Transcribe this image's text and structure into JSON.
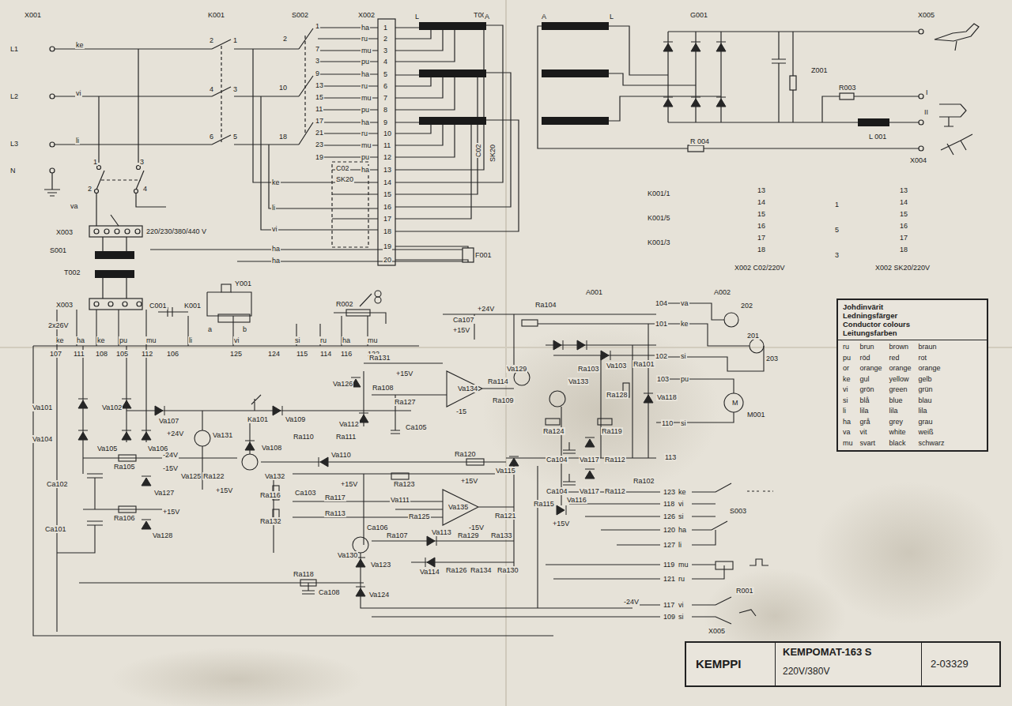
{
  "diagram": {
    "nodes": [
      {
        "text": [
          "Johdinvärit",
          "Ledningsfärger",
          "Conductor colours",
          "Leitungsfarben",
          "ru",
          "brun",
          "brown",
          "braun",
          "pu",
          "röd",
          "red",
          "rot",
          "or",
          "orange",
          "orange",
          "orange",
          "ke",
          "gul",
          "yellow",
          "gelb",
          "vi",
          "grön",
          "green",
          "grün",
          "si",
          "blå",
          "blue",
          "blau",
          "li",
          "lila",
          "lila",
          "lila",
          "ha",
          "grå",
          "grey",
          "grau",
          "va",
          "vit",
          "white",
          "weiß",
          "mu",
          "svart",
          "black",
          "schwarz"
        ]
      },
      {
        "text": [
          "KEMPPI",
          "KEMPOMAT-163 S",
          "220V/380V",
          "2-03329"
        ]
      }
    ],
    "labels": [
      "X001",
      "L1",
      "L2",
      "L3",
      "N",
      "ke",
      "vi",
      "li",
      "K001",
      "2",
      "1",
      "4",
      "3",
      "6",
      "5",
      "S002",
      "X002",
      "T001",
      "L",
      "A",
      "A",
      "L",
      "G001",
      "X005",
      "Z001",
      "R003",
      "I",
      "II",
      "L 001",
      "R 004",
      "X004",
      "2",
      "1",
      "7",
      "3",
      "10",
      "9",
      "13",
      "15",
      "11",
      "18",
      "17",
      "21",
      "23",
      "19",
      "ha",
      "1",
      "ru",
      "2",
      "mu",
      "3",
      "pu",
      "4",
      "ha",
      "5",
      "ru",
      "6",
      "mu",
      "7",
      "pu",
      "8",
      "ha",
      "9",
      "ru",
      "10",
      "mu",
      "11",
      "pu",
      "12",
      "ha",
      "13",
      "14",
      "15",
      "16",
      "17",
      "18",
      "19",
      "20",
      "S001",
      "1",
      "3",
      "2",
      "4",
      "va",
      "X003",
      "220/230/380/440 V",
      "T002",
      "X003",
      "2x26V",
      "C02",
      "SK20",
      "C02",
      "SK20",
      "ke",
      "li",
      "vi",
      "ha",
      "ha",
      "F001",
      "K001/1",
      "K001/5",
      "K001/3",
      "13",
      "14",
      "15",
      "16",
      "17",
      "18",
      "X002 C02/220V",
      "1",
      "5",
      "3",
      "13",
      "14",
      "15",
      "16",
      "17",
      "18",
      "X002 SK20/220V",
      "C001",
      "Y001",
      "K001",
      "a",
      "b",
      "R002",
      "A001",
      "A002",
      "+24V",
      "Ra104",
      "104",
      "101",
      "102",
      "103",
      "110",
      "113",
      "va",
      "ke",
      "si",
      "pu",
      "si",
      "202",
      "201",
      "203",
      "M001",
      "M",
      "ke",
      "107",
      "ha",
      "111",
      "ke",
      "108",
      "pu",
      "105",
      "mu",
      "112",
      "li",
      "106",
      "vi",
      "125",
      "si",
      "124",
      "115",
      "ru",
      "114",
      "ha",
      "116",
      "mu",
      "122",
      "Va101",
      "Va102",
      "Va104",
      "Va105",
      "Va106",
      "Va107",
      "+24V",
      "Ka101",
      "Va109",
      "Ra110",
      "Ra111",
      "Va131",
      "Va125",
      "Ra122",
      "+15V",
      "Va108",
      "Va132",
      "Ra105",
      "-24V",
      "-15V",
      "Va127",
      "Ca102",
      "Ra106",
      "+15V",
      "Va128",
      "Ca101",
      "Va110",
      "Ca103",
      "Ra116",
      "Ra132",
      "Ra117",
      "Ra113",
      "+15V",
      "Ra123",
      "Ra120",
      "+15V",
      "Va111",
      "Va135",
      "-15V",
      "Ra115",
      "Ra121",
      "Ca106",
      "Ra125",
      "Va130",
      "Ra107",
      "Va113",
      "Ra129",
      "Ra133",
      "Va114",
      "Ra126",
      "Ra134",
      "Ra130",
      "Va123",
      "Ra118",
      "Ca108",
      "Va124",
      "Ra131",
      "+15V",
      "Va126",
      "Ra108",
      "Ra127",
      "Va112",
      "Ca105",
      "Ca107",
      "+15V",
      "Va134",
      "-15",
      "Ra114",
      "Ra109",
      "Va129",
      "Va133",
      "Ra103",
      "Va103",
      "Ra101",
      "Ra128",
      "Va118",
      "Ra119",
      "Ra124",
      "Ca104",
      "Va117",
      "Ra112",
      "Ca104",
      "Va117",
      "Ra112",
      "Ra102",
      "Va115",
      "Va116",
      "+15V",
      "123",
      "ke",
      "118",
      "vi",
      "126",
      "si",
      "120",
      "ha",
      "127",
      "li",
      "S003",
      "119",
      "mu",
      "121",
      "ru",
      "R001",
      "-24V",
      "117",
      "vi",
      "109",
      "si",
      "X005"
    ]
  }
}
